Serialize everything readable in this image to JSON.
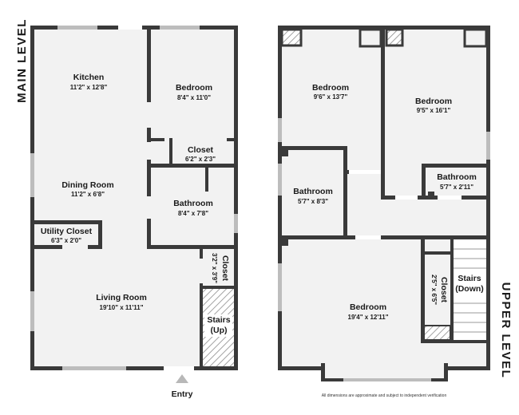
{
  "main_level": {
    "level_label": "MAIN LEVEL",
    "rooms": {
      "kitchen": {
        "name": "Kitchen",
        "dims": "11'2\" x 12'8\""
      },
      "bedroom": {
        "name": "Bedroom",
        "dims": "8'4\" x 11'0\""
      },
      "closet": {
        "name": "Closet",
        "dims": "6'2\" x 2'3\""
      },
      "dining_room": {
        "name": "Dining Room",
        "dims": "11'2\" x 6'8\""
      },
      "bathroom": {
        "name": "Bathroom",
        "dims": "8'4\" x 7'8\""
      },
      "utility_closet": {
        "name": "Utility Closet",
        "dims": "6'3\" x 2'0\""
      },
      "closet_entry": {
        "name": "Closet",
        "dims": "3'2\" x 3'9\""
      },
      "living_room": {
        "name": "Living Room",
        "dims": "19'10\" x 11'11\""
      },
      "stairs": {
        "line1": "Stairs",
        "line2": "(Up)"
      }
    },
    "entry_label": "Entry"
  },
  "upper_level": {
    "level_label": "UPPER LEVEL",
    "rooms": {
      "bedroom_left": {
        "name": "Bedroom",
        "dims": "9'6\" x 13'7\""
      },
      "bedroom_right": {
        "name": "Bedroom",
        "dims": "9'5\" x 16'1\""
      },
      "bathroom_left": {
        "name": "Bathroom",
        "dims": "5'7\" x 8'3\""
      },
      "bathroom_right": {
        "name": "Bathroom",
        "dims": "5'7\" x 2'11\""
      },
      "closet": {
        "name": "Closet",
        "dims": "2'5\" x 6'5\""
      },
      "stairs": {
        "line1": "Stairs",
        "line2": "(Down)"
      },
      "bedroom_bottom": {
        "name": "Bedroom",
        "dims": "19'4\" x 12'11\""
      }
    }
  },
  "disclaimer": "All dimensions are approximate and subject to independent verification",
  "colors": {
    "wall": "#3a3a3a",
    "floor": "#f2f2f2",
    "window": "#bdbdbd",
    "hatch": "#8a8a8a"
  }
}
